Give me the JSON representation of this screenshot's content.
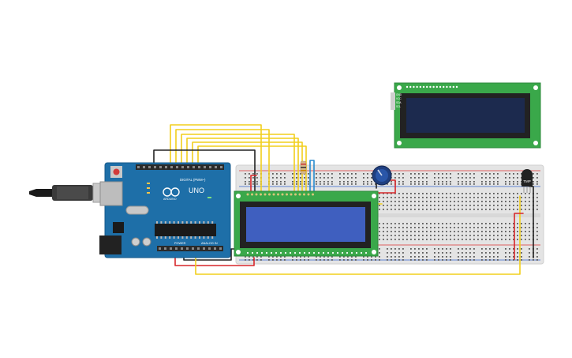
{
  "board": {
    "brand": "ARDUINO",
    "model": "UNO",
    "digital_label": "DIGITAL (PWM~)",
    "power_label": "POWER",
    "analog_label": "ANALOG IN",
    "color": "#1e6fa8"
  },
  "lcd_small": {
    "pins": [
      "GND",
      "VCC",
      "SDA",
      "SCL"
    ]
  },
  "sensor": {
    "label": "TMP"
  },
  "colors": {
    "wire_yellow": "#f2cf1c",
    "wire_red": "#d7262a",
    "wire_black": "#222222",
    "wire_blue": "#2a8ccf",
    "lcd_screen": "#3f5fbf",
    "lcd_dark": "#1b2a4a",
    "pcb_green": "#3aa84a",
    "breadboard": "#e6e6e6"
  }
}
